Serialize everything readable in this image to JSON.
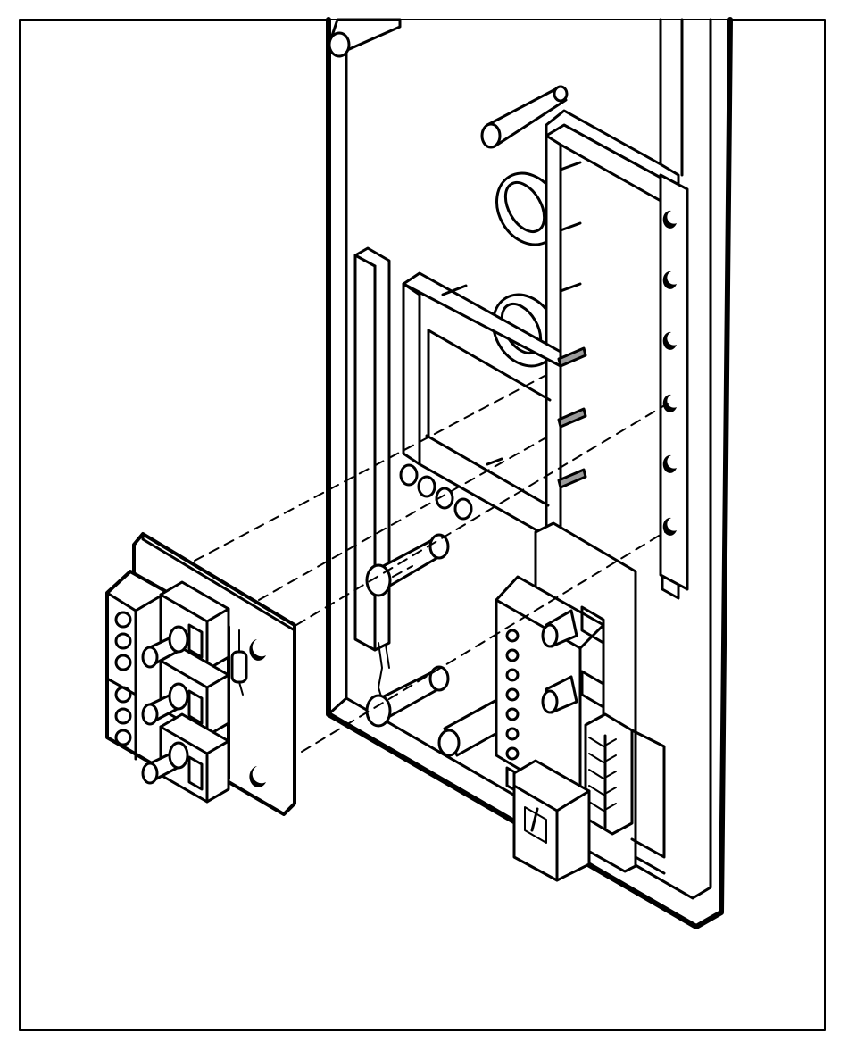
{
  "figure": {
    "subject": "exploded-assembly-line-drawing",
    "text_labels": [],
    "colors": {
      "line": "#000000",
      "fill": "#ffffff",
      "frame": "#000000",
      "pin_highlight": "#9a9a9a"
    },
    "parts": [
      "device-housing",
      "upper-rod",
      "top-pin",
      "snap-rings",
      "terminal-strip",
      "interior-frame",
      "vertical-post",
      "contact-holes",
      "spacer-standoffs",
      "housing-terminal-block",
      "connector-strip",
      "dip-switch",
      "roller",
      "plug-in-module",
      "mounting-screw-holes",
      "module-resistor",
      "alignment-dashed-lines"
    ]
  }
}
